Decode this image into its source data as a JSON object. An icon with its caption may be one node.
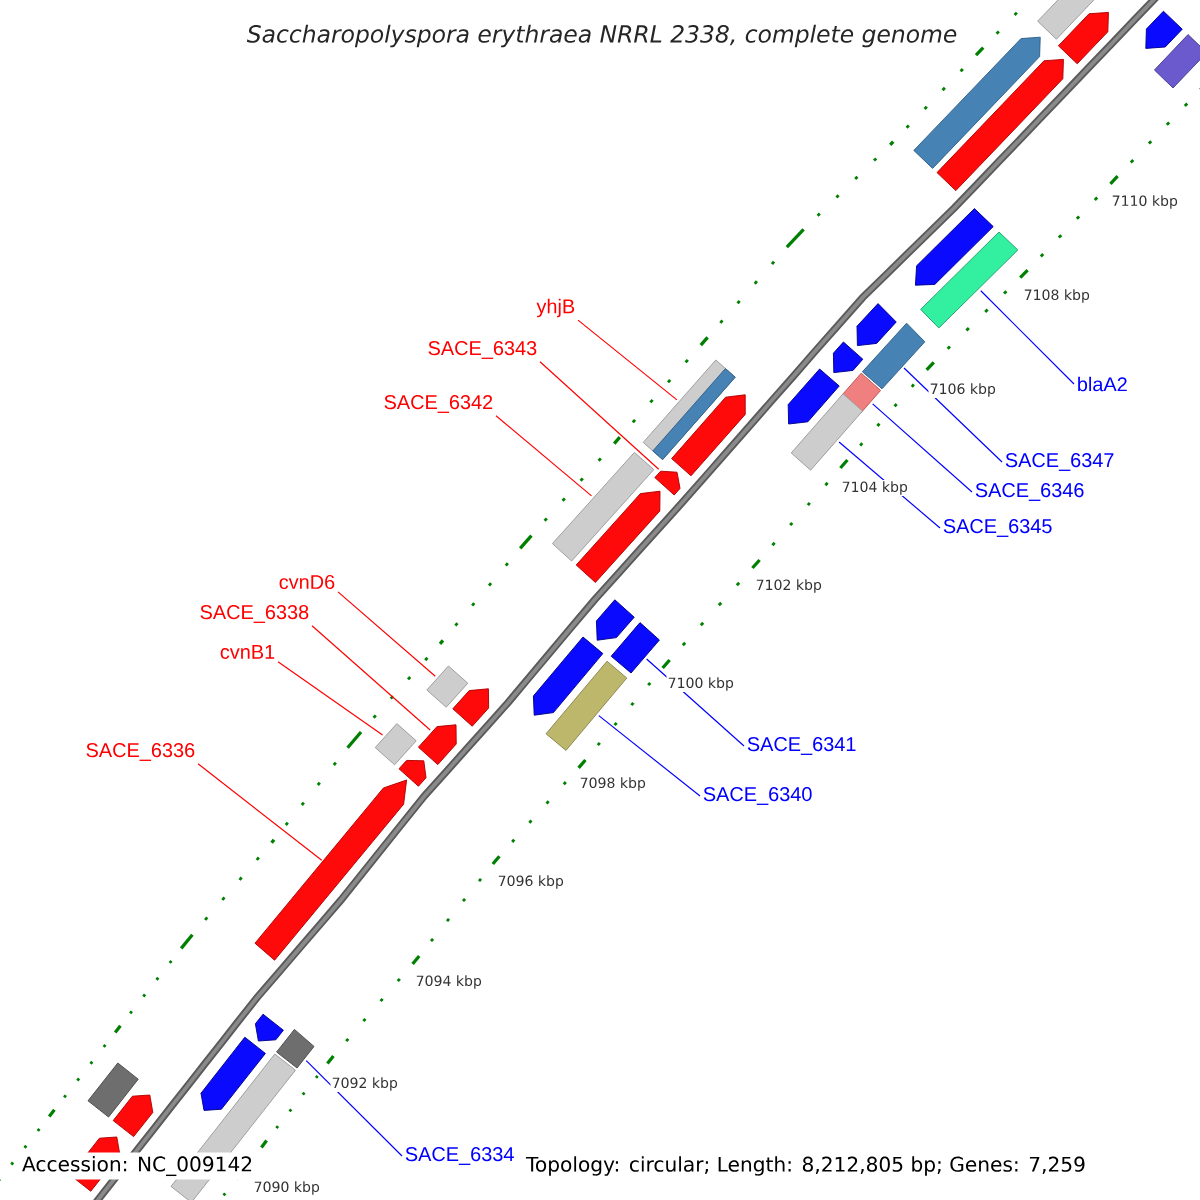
{
  "diagram": {
    "title": "Saccharopolyspora erythraea NRRL 2338, complete genome",
    "nodes": [
      {
        "text": [
          "yhjB"
        ]
      },
      {
        "text": [
          "SACE_6343"
        ]
      },
      {
        "text": [
          "blaA2"
        ]
      },
      {
        "text": [
          "SACE_6342"
        ]
      },
      {
        "text": [
          "SACE_6347"
        ]
      },
      {
        "text": [
          "SACE_6346"
        ]
      },
      {
        "text": [
          "SACE_6345"
        ]
      },
      {
        "text": [
          "cvnD6"
        ]
      },
      {
        "text": [
          "SACE_6338"
        ]
      },
      {
        "text": [
          "cvnB1"
        ]
      },
      {
        "text": [
          "SACE_6341"
        ]
      },
      {
        "text": [
          "SACE_6336"
        ]
      },
      {
        "text": [
          "SACE_6340"
        ]
      },
      {
        "text": [
          "SACE_6334"
        ]
      },
      {
        "text": [],
        "shape": "box"
      },
      {
        "text": [],
        "shape": "pentagon"
      },
      {
        "text": [],
        "shape": "pentagon"
      },
      {
        "text": [],
        "shape": "box"
      },
      {
        "text": [],
        "shape": "pentagon"
      },
      {
        "text": [],
        "shape": "pentagon"
      },
      {
        "text": [],
        "shape": "pentagon"
      },
      {
        "text": [],
        "shape": "box"
      },
      {
        "text": [],
        "shape": "pentagon"
      },
      {
        "text": [],
        "shape": "box"
      },
      {
        "text": [],
        "shape": "pentagon"
      },
      {
        "text": [],
        "shape": "box"
      },
      {
        "text": [],
        "shape": "pentagon"
      },
      {
        "text": [],
        "shape": "box"
      },
      {
        "text": [],
        "shape": "box"
      },
      {
        "text": [],
        "shape": "pentagon"
      },
      {
        "text": [],
        "shape": "pentagon"
      },
      {
        "text": [],
        "shape": "box"
      },
      {
        "text": [],
        "shape": "pentagon"
      },
      {
        "text": [],
        "shape": "box"
      },
      {
        "text": [],
        "shape": "pentagon"
      },
      {
        "text": [],
        "shape": "pentagon"
      },
      {
        "text": [],
        "shape": "box"
      },
      {
        "text": [],
        "shape": "pentagon"
      },
      {
        "text": [],
        "shape": "box"
      },
      {
        "text": [],
        "shape": "pentagon"
      },
      {
        "text": [],
        "shape": "pentagon"
      },
      {
        "text": [],
        "shape": "box"
      },
      {
        "text": [],
        "shape": "pentagon"
      },
      {
        "text": [],
        "shape": "box"
      },
      {
        "text": [],
        "shape": "pentagon"
      },
      {
        "text": [],
        "shape": "pentagon"
      },
      {
        "text": [],
        "shape": "box"
      },
      {
        "text": [],
        "shape": "box"
      },
      {
        "text": [],
        "shape": "pentagon"
      },
      {
        "text": [],
        "shape": "pentagon"
      }
    ],
    "edges": [
      {
        "from": 0,
        "to": 28,
        "arrow": "none"
      },
      {
        "from": 1,
        "to": 30,
        "arrow": "none"
      },
      {
        "from": 2,
        "to": 21,
        "arrow": "none",
        "color": "#0000ff"
      },
      {
        "from": 3,
        "to": 31,
        "arrow": "none"
      },
      {
        "from": 4,
        "to": 23,
        "arrow": "none",
        "color": "#0000ff"
      },
      {
        "from": 5,
        "to": 25,
        "arrow": "none",
        "color": "#0000ff"
      },
      {
        "from": 6,
        "to": 27,
        "arrow": "none",
        "color": "#0000ff"
      },
      {
        "from": 7,
        "to": 38,
        "arrow": "none"
      },
      {
        "from": 8,
        "to": 39,
        "arrow": "none"
      },
      {
        "from": 9,
        "to": 41,
        "arrow": "none"
      },
      {
        "from": 10,
        "to": 33,
        "arrow": "none",
        "color": "#0000ff"
      },
      {
        "from": 11,
        "to": 42,
        "arrow": "none"
      },
      {
        "from": 12,
        "to": 36,
        "arrow": "none",
        "color": "#0000ff"
      },
      {
        "from": 13,
        "to": 43,
        "arrow": "none",
        "color": "#0000ff"
      }
    ],
    "labels": [
      "7110 kbp",
      "7108 kbp",
      "7106 kbp",
      "7104 kbp",
      "7102 kbp",
      "7100 kbp",
      "7098 kbp",
      "7096 kbp",
      "7094 kbp",
      "7092 kbp",
      "Accession: NC_009142",
      "Topology: circular; Length: 8,212,805 bp; Genes: 7,259",
      "7090 kbp"
    ]
  }
}
